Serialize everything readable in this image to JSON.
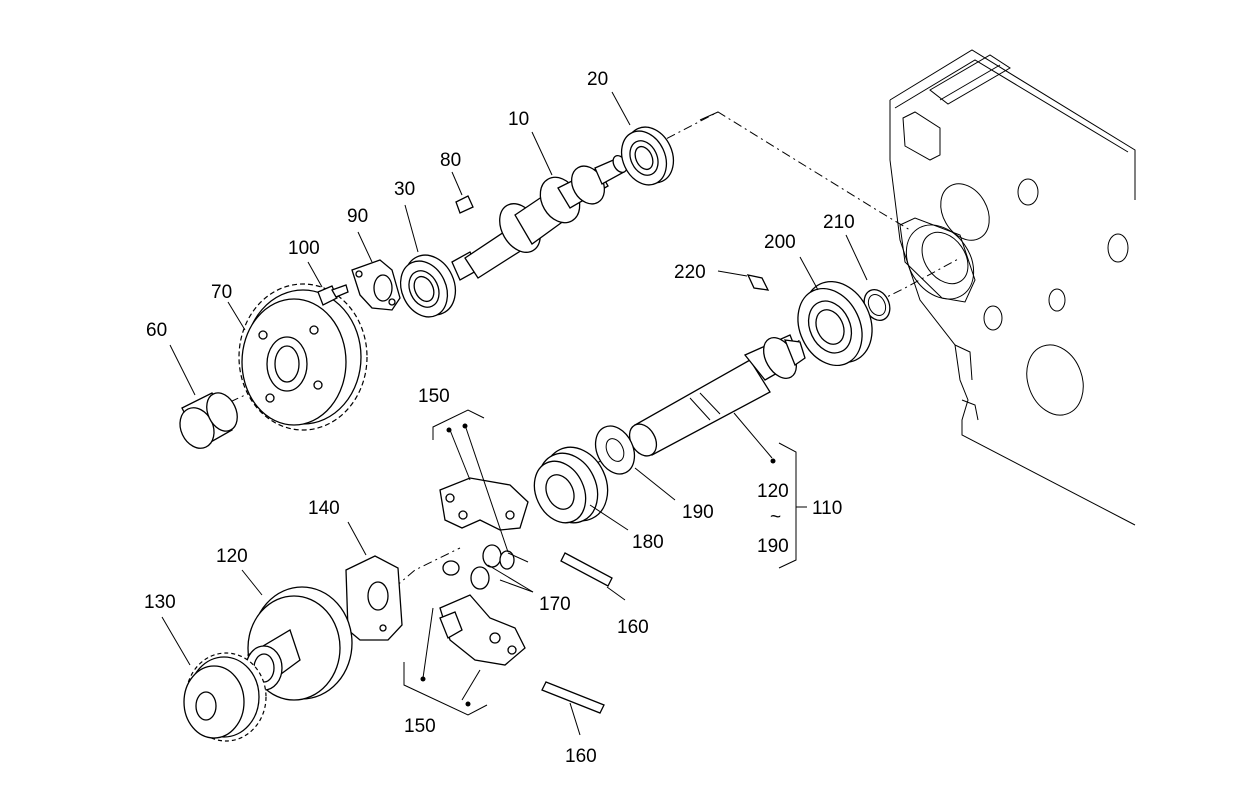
{
  "labels": {
    "p10": "10",
    "p20": "20",
    "p30": "30",
    "p60": "60",
    "p70": "70",
    "p80": "80",
    "p90": "90",
    "p100": "100",
    "p110": "110",
    "p120": "120",
    "p130": "130",
    "p140": "140",
    "p150a": "150",
    "p150b": "150",
    "p160a": "160",
    "p160b": "160",
    "p170": "170",
    "p180": "180",
    "p190": "190",
    "p200": "200",
    "p210": "210",
    "p220": "220",
    "range_from": "120",
    "range_sep": "~",
    "range_to": "190"
  }
}
